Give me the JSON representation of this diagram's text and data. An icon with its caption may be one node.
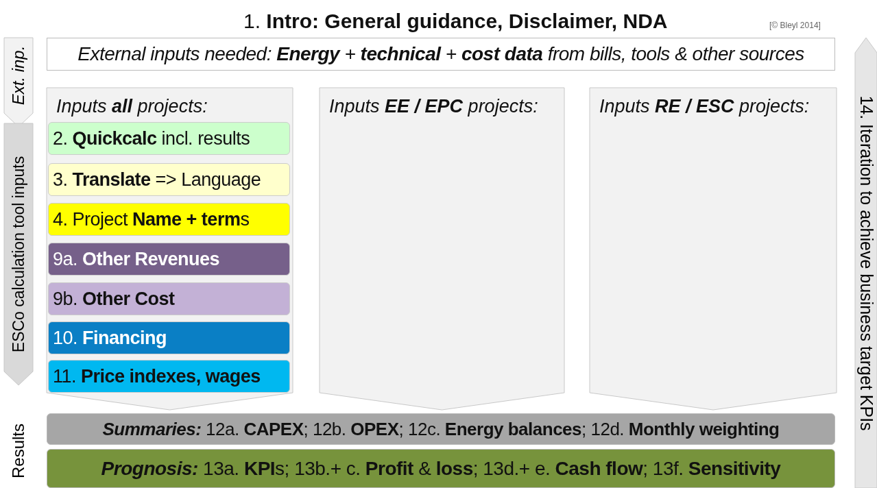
{
  "diagram": {
    "title": "1. **Intro: General guidance, Disclaimer, NDA**",
    "nodes": [
      {
        "text": [
          "Ext. inp."
        ]
      },
      {
        "text": [
          "External inputs needed: **Energy** + **technical** + **cost data** from bills, tools & other sources"
        ]
      },
      {
        "text": [
          "ESCo calculation tool inputs"
        ]
      },
      {
        "text": [
          "Inputs **all** projects:"
        ]
      },
      {
        "text": [
          "2. **Quickcalc** incl. results"
        ],
        "in": 3
      },
      {
        "text": [
          "3. **Translate** => Language"
        ],
        "in": 3
      },
      {
        "text": [
          "4. Project **Name + term**s"
        ],
        "in": 3
      },
      {
        "text": [
          "9a. **Other Revenues**"
        ],
        "in": 3
      },
      {
        "text": [
          "9b. **Other Cost**"
        ],
        "in": 3
      },
      {
        "text": [
          "10. **Financing**"
        ],
        "in": 3
      },
      {
        "text": [
          "11. **Price indexes, wages**"
        ],
        "in": 3
      },
      {
        "text": [
          "Inputs **EE / EPC** projects:"
        ]
      },
      {
        "text": [
          "Inputs **RE / ESC** projects:"
        ]
      },
      {
        "text": [
          "*Summaries:* 12a. **CAPEX**; 12b. **OPEX**; 12c. **Energy balances**; 12d. **Monthly weighting**"
        ]
      },
      {
        "text": [
          "*Prognosis:* 13a. **KPI**s; 13b.+ c. **Profit** & **loss**; 13d.+ e. **Cash flow**; 13f. **Sensitivity**"
        ]
      },
      {
        "text": [
          "14.  Iteration to achieve business target KPIs"
        ]
      }
    ],
    "edges": [],
    "labels": [
      "[© Bleyl 2014]",
      "Results"
    ]
  }
}
